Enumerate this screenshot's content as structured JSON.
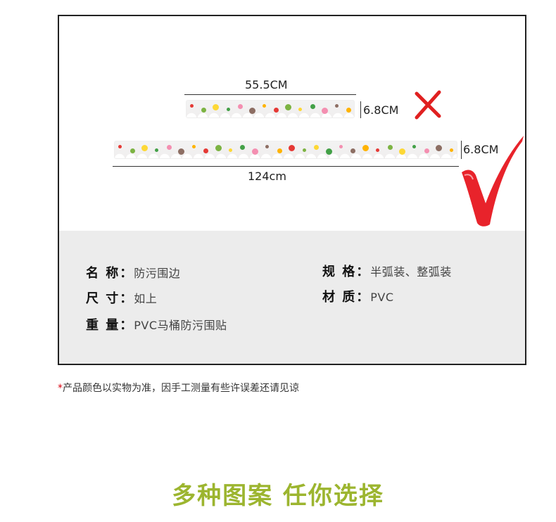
{
  "diagram": {
    "short_strip": {
      "width_label": "55.5CM",
      "height_label": "6.8CM"
    },
    "long_strip": {
      "width_label": "124cm",
      "height_label": "6.8CM"
    }
  },
  "specs": {
    "name": {
      "key": "名 称：",
      "value": "防污围边"
    },
    "size": {
      "key": "尺 寸：",
      "value": "如上"
    },
    "weight": {
      "key": "重 量：",
      "value": "PVC马桶防污围贴"
    },
    "spec": {
      "key": "规 格：",
      "value": "半弧装、整弧装"
    },
    "material": {
      "key": "材 质：",
      "value": "PVC"
    }
  },
  "note": {
    "star": "*",
    "text": "产品颜色以实物为准，因手工测量有些许误差还请见谅"
  },
  "footer_title": "多种图案 任你选择",
  "colors": {
    "wrong_mark": "#e02020",
    "check_mark": "#e8232b",
    "title_green": "#9cb52f"
  }
}
